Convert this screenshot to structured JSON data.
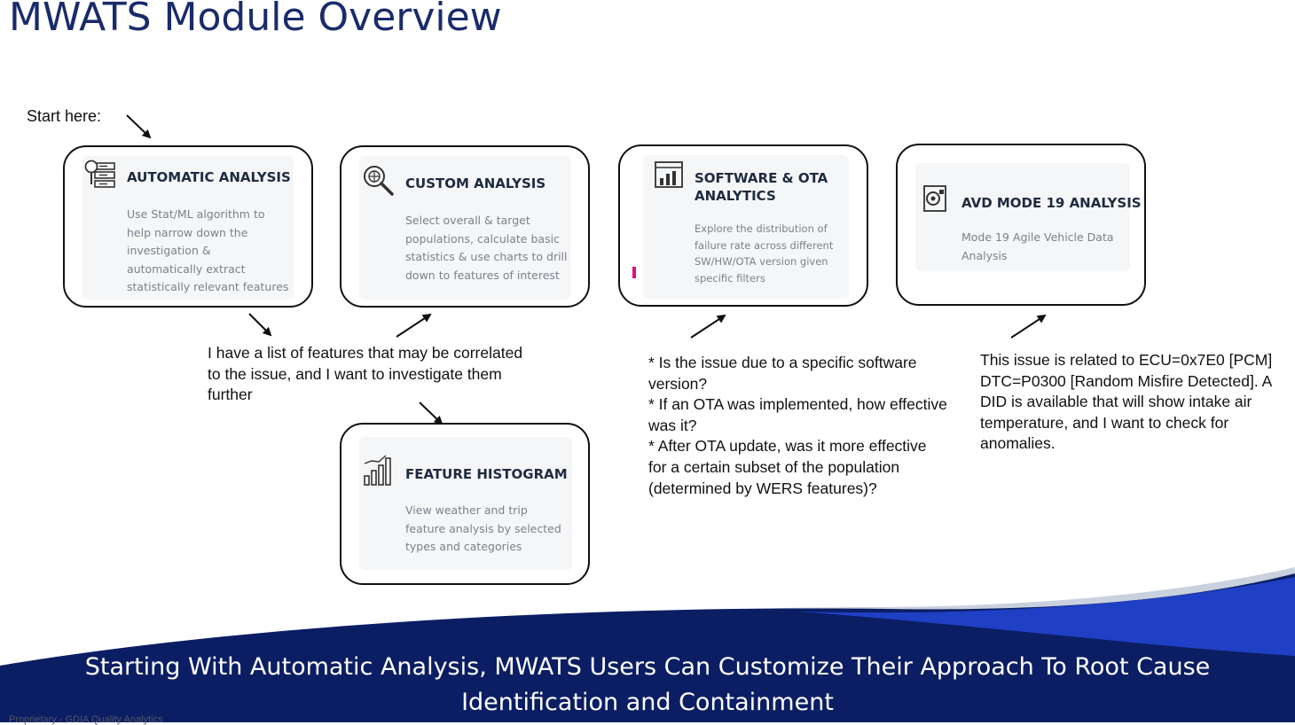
{
  "page": {
    "title": "MWATS Module Overview"
  },
  "start_label": "Start here:",
  "cards": {
    "automatic": {
      "title": "AUTOMATIC ANALYSIS",
      "desc": [
        "Use Stat/ML algorithm to",
        "help narrow down the",
        "investigation &",
        "automatically extract",
        "statistically relevant features"
      ]
    },
    "custom": {
      "title": "CUSTOM ANALYSIS",
      "desc": [
        "Select overall & target",
        "populations, calculate basic",
        "statistics & use charts to drill",
        "down to features of interest"
      ]
    },
    "software": {
      "title_lines": [
        "SOFTWARE & OTA",
        "ANALYTICS"
      ],
      "desc": [
        "Explore the distribution of",
        "failure rate across different",
        "SW/HW/OTA version given",
        "specific filters"
      ]
    },
    "avd": {
      "title": "AVD MODE 19 ANALYSIS",
      "desc": [
        "Mode 19 Agile Vehicle Data",
        "Analysis"
      ]
    },
    "histogram": {
      "title": "FEATURE HISTOGRAM",
      "desc": [
        "View weather and trip",
        "feature analysis by selected",
        "types and categories"
      ]
    }
  },
  "notes": {
    "features": [
      "I have a list of features that may be correlated",
      "to the issue, and I want to investigate them",
      "further"
    ],
    "software": [
      "* Is the issue due to a specific software",
      "version?",
      "* If an OTA was implemented, how effective",
      "was it?",
      "* After OTA update, was it more effective",
      "for a certain subset of the population",
      "(determined by WERS features)?"
    ],
    "avd": [
      "This issue is related to ECU=0x7E0 [PCM]",
      "DTC=P0300 [Random Misfire Detected].  A",
      "DID is available that will show intake air",
      "temperature, and I want to check for",
      "anomalies."
    ]
  },
  "footer": {
    "line1": "Starting With Automatic Analysis, MWATS Users Can Customize Their Approach To Root Cause",
    "line2": "Identification and Containment",
    "proprietary": "Proprietary - GDIA Quality Analytics"
  },
  "colors": {
    "title": "#1a2b6b",
    "footer_dark": "#0b1e63",
    "footer_accent": "#1f3fc4"
  },
  "icons": [
    "server-search-icon",
    "magnifier-globe-icon",
    "bar-chart-report-icon",
    "gear-document-icon",
    "histogram-icon",
    "arrow-icon"
  ]
}
